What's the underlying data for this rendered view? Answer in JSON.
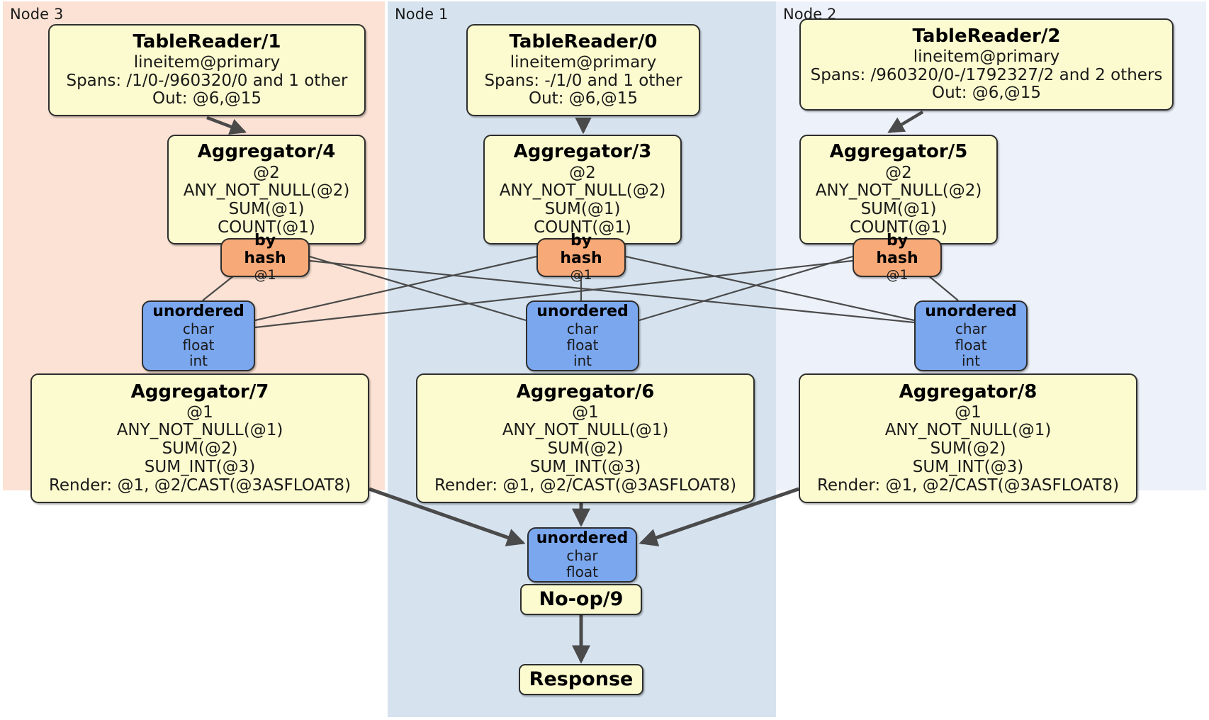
{
  "diagram": {
    "title": "distributed-query-plan",
    "colors": {
      "node3_panel": "#fbe2d4",
      "node1_panel": "#d6e3ef",
      "node2_panel": "#edf1fa",
      "processor_fill": "#fcfbcf",
      "router_fill": "#f7a977",
      "synchronizer_fill": "#7ba7ef",
      "stroke": "#2e2e2e",
      "edge": "#4a4a4a"
    }
  },
  "regions": [
    {
      "id": "node3",
      "label": "Node 3"
    },
    {
      "id": "node1",
      "label": "Node 1"
    },
    {
      "id": "node2",
      "label": "Node 2"
    }
  ],
  "table_readers": [
    {
      "id": "tr1",
      "title": "TableReader/1",
      "table": "lineitem@primary",
      "spans": "Spans: /1/0-/960320/0 and 1 other",
      "out": "Out: @6,@15"
    },
    {
      "id": "tr0",
      "title": "TableReader/0",
      "table": "lineitem@primary",
      "spans": "Spans: -/1/0 and 1 other",
      "out": "Out: @6,@15"
    },
    {
      "id": "tr2",
      "title": "TableReader/2",
      "table": "lineitem@primary",
      "spans": "Spans: /960320/0-/1792327/2 and 2 others",
      "out": "Out: @6,@15"
    }
  ],
  "aggregators_stage1": [
    {
      "id": "agg4",
      "title": "Aggregator/4",
      "group": "@2",
      "func1": "ANY_NOT_NULL(@2)",
      "func2": "SUM(@1)",
      "func3": "COUNT(@1)"
    },
    {
      "id": "agg3",
      "title": "Aggregator/3",
      "group": "@2",
      "func1": "ANY_NOT_NULL(@2)",
      "func2": "SUM(@1)",
      "func3": "COUNT(@1)"
    },
    {
      "id": "agg5",
      "title": "Aggregator/5",
      "group": "@2",
      "func1": "ANY_NOT_NULL(@2)",
      "func2": "SUM(@1)",
      "func3": "COUNT(@1)"
    }
  ],
  "routers": [
    {
      "id": "bh4",
      "title": "by hash",
      "column": "@1"
    },
    {
      "id": "bh3",
      "title": "by hash",
      "column": "@1"
    },
    {
      "id": "bh5",
      "title": "by hash",
      "column": "@1"
    }
  ],
  "synchronizers": [
    {
      "id": "un7",
      "title": "unordered",
      "type1": "char",
      "type2": "float",
      "type3": "int"
    },
    {
      "id": "un6",
      "title": "unordered",
      "type1": "char",
      "type2": "float",
      "type3": "int"
    },
    {
      "id": "un8",
      "title": "unordered",
      "type1": "char",
      "type2": "float",
      "type3": "int"
    }
  ],
  "aggregators_stage2": [
    {
      "id": "agg7",
      "title": "Aggregator/7",
      "group": "@1",
      "func1": "ANY_NOT_NULL(@1)",
      "func2": "SUM(@2)",
      "func3": "SUM_INT(@3)",
      "render": "Render: @1, @2/CAST(@3ASFLOAT8)"
    },
    {
      "id": "agg6",
      "title": "Aggregator/6",
      "group": "@1",
      "func1": "ANY_NOT_NULL(@1)",
      "func2": "SUM(@2)",
      "func3": "SUM_INT(@3)",
      "render": "Render: @1, @2/CAST(@3ASFLOAT8)"
    },
    {
      "id": "agg8",
      "title": "Aggregator/8",
      "group": "@1",
      "func1": "ANY_NOT_NULL(@1)",
      "func2": "SUM(@2)",
      "func3": "SUM_INT(@3)",
      "render": "Render: @1, @2/CAST(@3ASFLOAT8)"
    }
  ],
  "final_synchronizer": {
    "id": "unfinal",
    "title": "unordered",
    "type1": "char",
    "type2": "float"
  },
  "noop": {
    "id": "noop9",
    "title": "No-op/9"
  },
  "response": {
    "id": "response",
    "title": "Response"
  }
}
